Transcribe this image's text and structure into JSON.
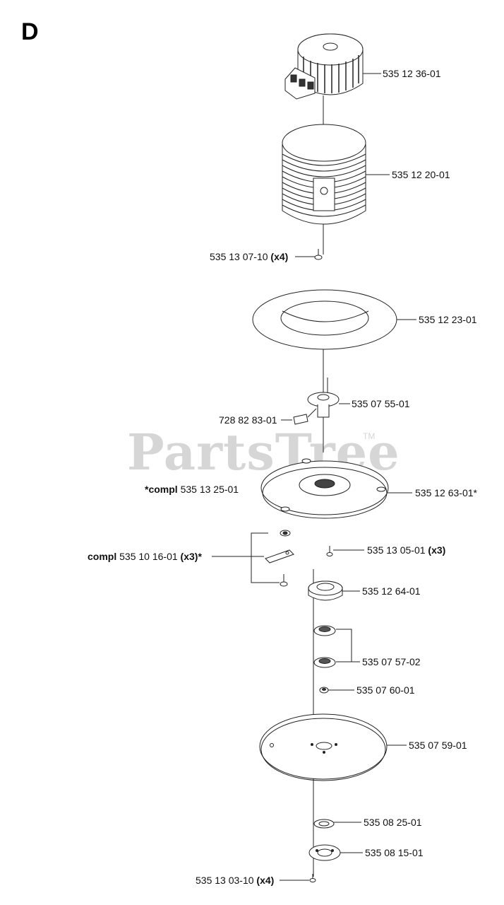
{
  "section_letter": "D",
  "watermark": {
    "text": "PartsTree",
    "tm": "TM"
  },
  "parts": [
    {
      "number": "535 12 36-01",
      "qty": "",
      "prefix": "",
      "suffix": ""
    },
    {
      "number": "535 12 20-01",
      "qty": "",
      "prefix": "",
      "suffix": ""
    },
    {
      "number": "535 13 07-10",
      "qty": "(x4)",
      "prefix": "",
      "suffix": ""
    },
    {
      "number": "535 12 23-01",
      "qty": "",
      "prefix": "",
      "suffix": ""
    },
    {
      "number": "535 07 55-01",
      "qty": "",
      "prefix": "",
      "suffix": ""
    },
    {
      "number": "728 82 83-01",
      "qty": "",
      "prefix": "",
      "suffix": ""
    },
    {
      "number": "535 13 25-01",
      "qty": "",
      "prefix": "*compl",
      "suffix": ""
    },
    {
      "number": "535 12 63-01*",
      "qty": "",
      "prefix": "",
      "suffix": ""
    },
    {
      "number": "535 10 16-01",
      "qty": "(x3)*",
      "prefix": "compl",
      "suffix": ""
    },
    {
      "number": "535 13 05-01",
      "qty": "(x3)",
      "prefix": "",
      "suffix": ""
    },
    {
      "number": "535 12 64-01",
      "qty": "",
      "prefix": "",
      "suffix": ""
    },
    {
      "number": "535 07 57-02",
      "qty": "",
      "prefix": "",
      "suffix": ""
    },
    {
      "number": "535 07 60-01",
      "qty": "",
      "prefix": "",
      "suffix": ""
    },
    {
      "number": "535 07 59-01",
      "qty": "",
      "prefix": "",
      "suffix": ""
    },
    {
      "number": "535 08 25-01",
      "qty": "",
      "prefix": "",
      "suffix": ""
    },
    {
      "number": "535 08 15-01",
      "qty": "",
      "prefix": "",
      "suffix": ""
    },
    {
      "number": "535 13 03-10",
      "qty": "(x4)",
      "prefix": "",
      "suffix": ""
    }
  ]
}
